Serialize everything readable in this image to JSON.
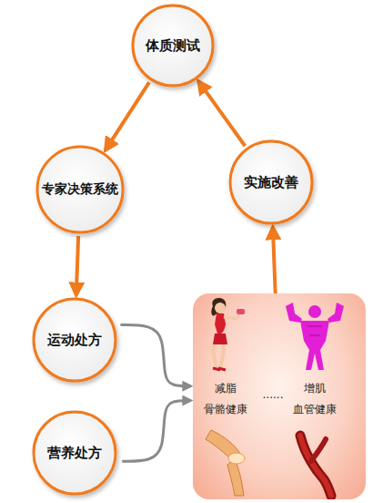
{
  "diagram": {
    "nodes": [
      {
        "text": [
          "体质测试"
        ]
      },
      {
        "text": [
          "专家决策系统"
        ]
      },
      {
        "text": [
          "实施改善"
        ]
      },
      {
        "text": [
          "运动处方"
        ]
      },
      {
        "text": [
          "营养处方"
        ]
      },
      {
        "text": [
          "减脂",
          "增肌",
          "......",
          "骨骼健康",
          "血管健康"
        ]
      }
    ],
    "edges": [
      {
        "from": 0,
        "to": 1,
        "arrow": "to"
      },
      {
        "from": 1,
        "to": 3,
        "arrow": "to"
      },
      {
        "from": 3,
        "to": 5,
        "arrow": "to"
      },
      {
        "from": 4,
        "to": 5,
        "arrow": "to"
      },
      {
        "from": 5,
        "to": 2,
        "arrow": "to"
      },
      {
        "from": 2,
        "to": 0,
        "arrow": "to"
      }
    ]
  }
}
